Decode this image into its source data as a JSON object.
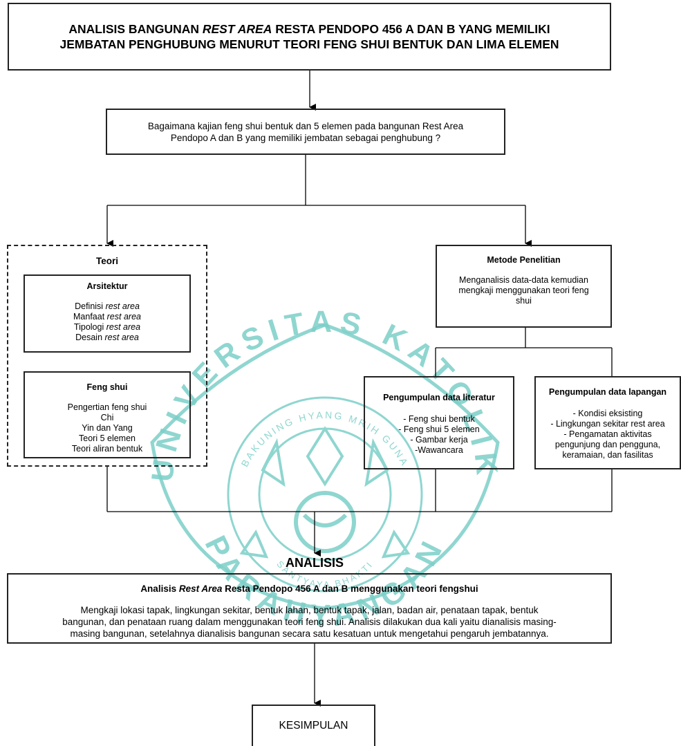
{
  "title": {
    "line1_pre": "ANALISIS BANGUNAN ",
    "line1_italic": "REST AREA",
    "line1_post": " RESTA PENDOPO 456 A DAN B YANG MEMILIKI",
    "line2": "JEMBATAN PENGHUBUNG MENURUT TEORI FENG SHUI BENTUK DAN LIMA ELEMEN"
  },
  "question": {
    "line1": "Bagaimana kajian feng shui bentuk dan 5 elemen pada bangunan Rest Area",
    "line2": "Pendopo A dan B yang memiliki jembatan sebagai penghubung ?"
  },
  "teori": {
    "heading": "Teori",
    "arsitektur": {
      "heading": "Arsitektur",
      "items": [
        {
          "pre": "Definisi ",
          "italic": "rest area"
        },
        {
          "pre": "Manfaat ",
          "italic": "rest area"
        },
        {
          "pre": "Tipologi ",
          "italic": "rest area"
        },
        {
          "pre": "Desain ",
          "italic": "rest area"
        }
      ]
    },
    "fengshui": {
      "heading": "Feng shui",
      "items": [
        "Pengertian feng shui",
        "Chi",
        "Yin dan Yang",
        "Teori 5 elemen",
        "Teori aliran bentuk"
      ]
    }
  },
  "metode": {
    "heading": "Metode Penelitian",
    "lines": [
      "Menganalisis data-data kemudian",
      "mengkaji menggunakan teori feng",
      "shui"
    ]
  },
  "literatur": {
    "heading": "Pengumpulan data literatur",
    "items": [
      "-  Feng shui bentuk",
      "- Feng shui 5 elemen",
      "- Gambar kerja",
      "-Wawancara"
    ]
  },
  "lapangan": {
    "heading": "Pengumpulan data lapangan",
    "items": [
      "- Kondisi eksisting",
      "- Lingkungan sekitar rest area",
      "- Pengamatan aktivitas",
      "pengunjung dan pengguna,",
      "keramaian, dan fasilitas"
    ]
  },
  "analisis": {
    "label": "ANALISIS",
    "head_pre": "Analisis ",
    "head_italic": "Rest Area",
    "head_post": " Resta Pendopo 456 A dan B menggunakan teori fengshui",
    "lines": [
      "Mengkaji lokasi tapak, lingkungan sekitar, bentuk lahan, bentuk tapak, jalan, badan air, penataan tapak, bentuk",
      "bangunan, dan penataan ruang dalam menggunakan teori feng shui. Analisis dilakukan dua kali yaitu dianalisis masing-",
      "masing bangunan, setelahnya dianalisis bangunan secara satu kesatuan untuk mengetahui pengaruh jembatannya."
    ]
  },
  "kesimpulan": "KESIMPULAN",
  "watermark": {
    "top_text": "UNIVERSITAS KATOLIK",
    "bottom_text": "PARAHYANGAN",
    "inner_top": "BAKUNING HYANG MRIH GUNA",
    "inner_bottom": "SANTYAYA BHAKTI",
    "color": "#7ccfc8"
  }
}
